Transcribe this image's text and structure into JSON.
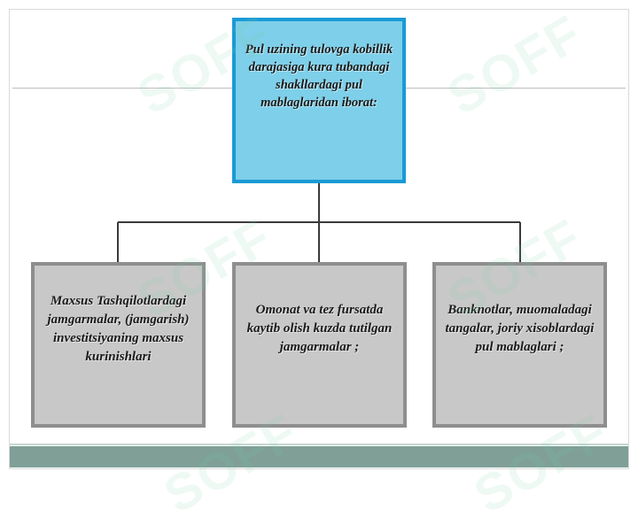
{
  "diagram": {
    "root": {
      "text": "Pul uzining tulovga kobillik darajasiga kura tubandagi shakllardagi pul mablaglaridan iborat:"
    },
    "children": [
      {
        "text": "Maxsus Tashqilotlardagi jamgarmalar, (jamgarish) investitsiyaning maxsus kurinishlari"
      },
      {
        "text": "Omonat va tez fursatda kaytib olish kuzda tutilgan jamgarmalar ;"
      },
      {
        "text": "Banknotlar, muomaladagi tangalar, joriy xisoblardagi pul mablaglari ;"
      }
    ]
  },
  "watermark": {
    "text": "SOFF"
  },
  "colors": {
    "root_fill": "#7ecfe9",
    "root_border": "#1a9ad6",
    "child_fill": "#c8c8c8",
    "child_border": "#8e8e8e",
    "bottom_band": "#7f9f97"
  }
}
